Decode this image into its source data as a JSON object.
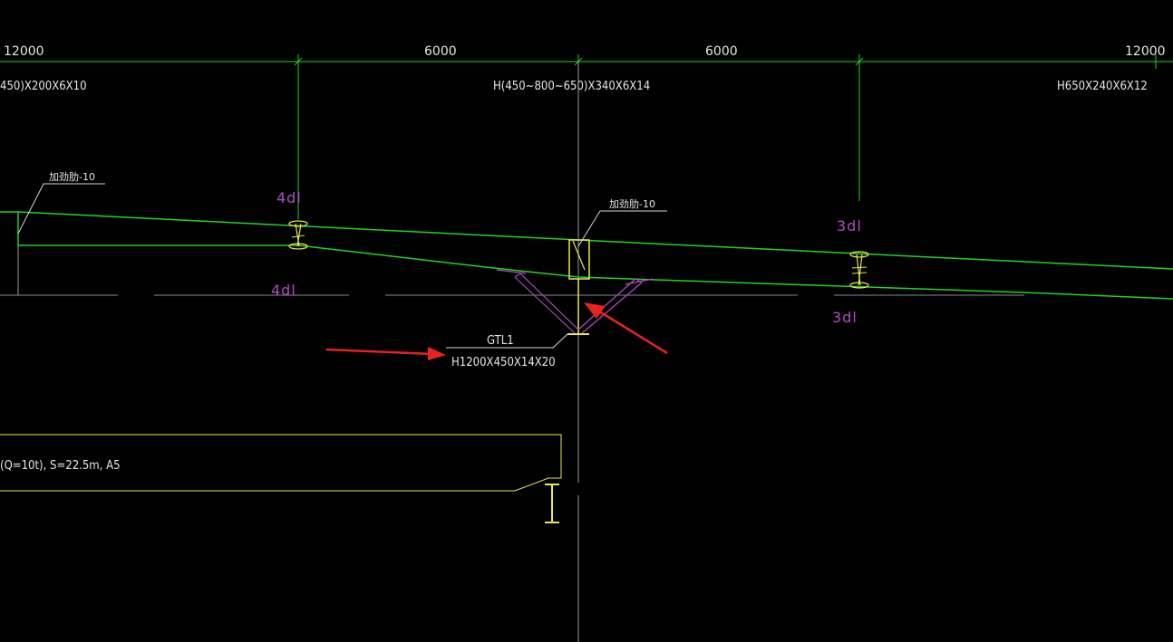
{
  "dimensions": {
    "d1": "12000",
    "d2": "6000",
    "d3": "6000",
    "d4": "12000"
  },
  "section_labels": {
    "left": "450)X200X6X10",
    "center": "H(450~800~650)X340X6X14",
    "right": "H650X240X6X12"
  },
  "stiffener_labels": {
    "left": "加劲肋-10",
    "center": "加劲肋-10"
  },
  "bolt_labels": {
    "top_left": "4dl",
    "bottom_left": "4dl",
    "top_right": "3dl",
    "bottom_right": "3dl"
  },
  "column": {
    "name": "GTL1",
    "section": "H1200X450X14X20"
  },
  "crane_note": "(Q=10t), S=22.5m, A5",
  "colors": {
    "background": "#000000",
    "beam_green": "#22d322",
    "member_yellow": "#e8e84a",
    "brace_magenta": "#b04cc4",
    "arrow_red": "#e8231e",
    "axis_gray": "#9a9a9a"
  }
}
